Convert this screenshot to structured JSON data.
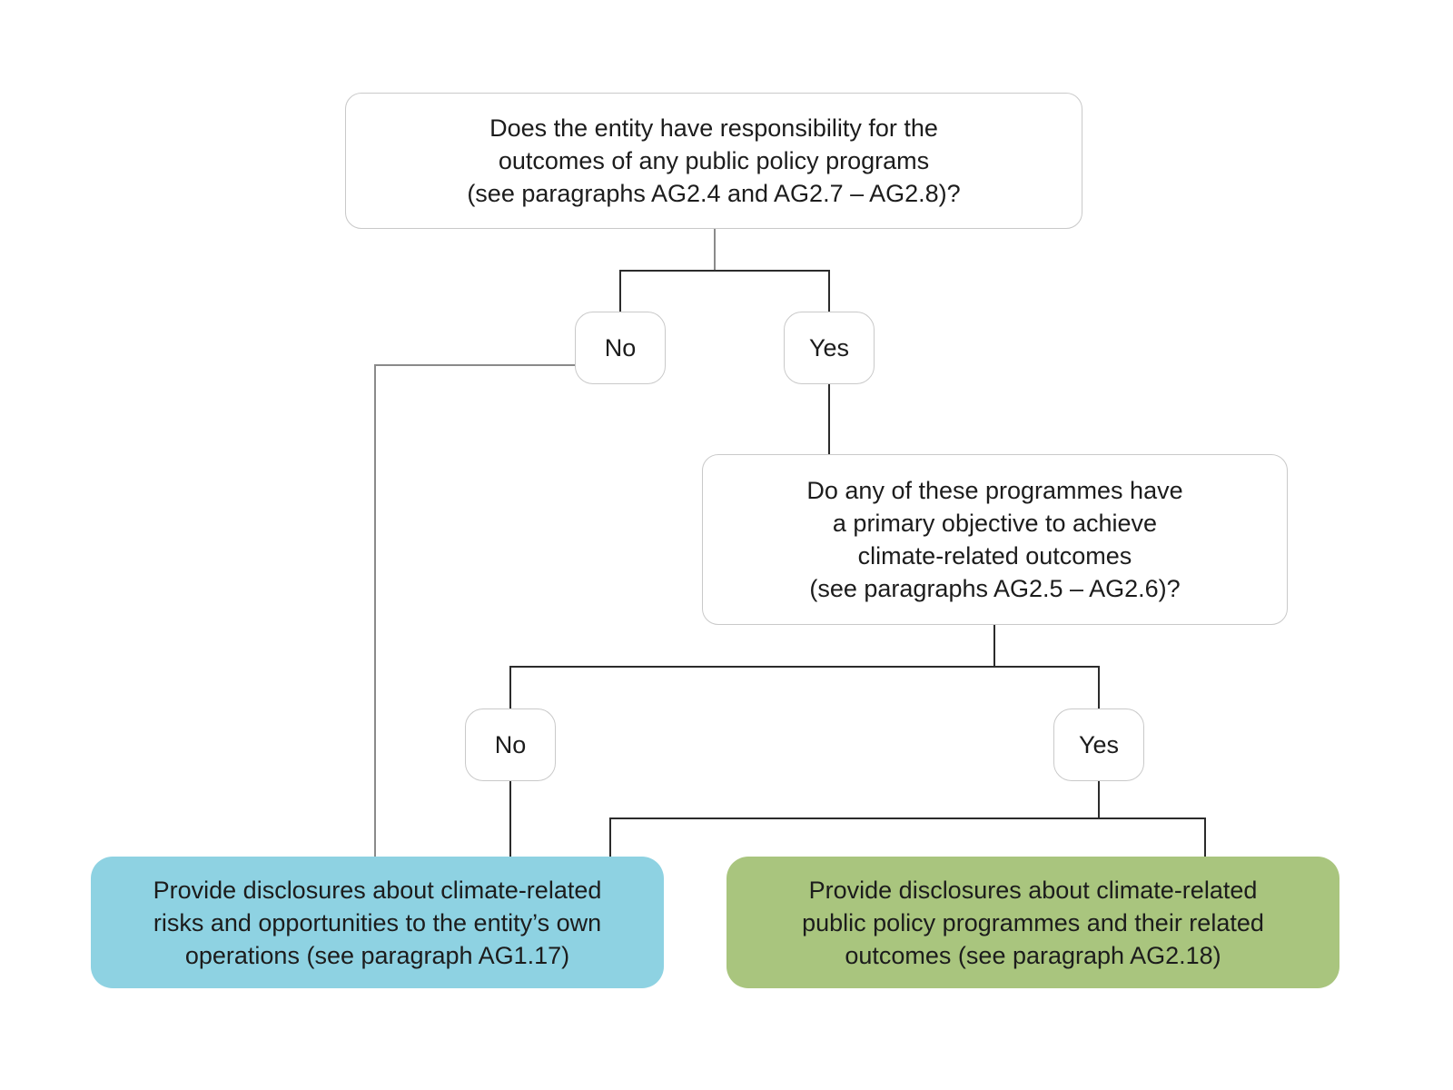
{
  "diagram": {
    "questions": {
      "q1": {
        "lines": [
          "Does the entity have responsibility for the",
          "outcomes of any public policy programs",
          "(see paragraphs AG2.4 and AG2.7 – AG2.8)?"
        ]
      },
      "q2": {
        "lines": [
          "Do any of these programmes have",
          "a primary objective to achieve",
          "climate-related outcomes",
          "(see paragraphs AG2.5 – AG2.6)?"
        ]
      }
    },
    "answers": {
      "q1_no": "No",
      "q1_yes": "Yes",
      "q2_no": "No",
      "q2_yes": "Yes"
    },
    "outcomes": {
      "own_operations": {
        "color": "#8ed2e2",
        "lines": [
          "Provide disclosures about climate-related",
          "risks and opportunities to the entity’s own",
          "operations (see paragraph AG1.17)"
        ]
      },
      "public_policy": {
        "color": "#a9c57e",
        "lines": [
          "Provide disclosures about climate-related",
          "public policy programmes and their related",
          "outcomes (see paragraph AG2.18)"
        ]
      }
    },
    "connector_colors": {
      "dark": "#2b2b2b",
      "gray": "#8a8a8a"
    }
  }
}
